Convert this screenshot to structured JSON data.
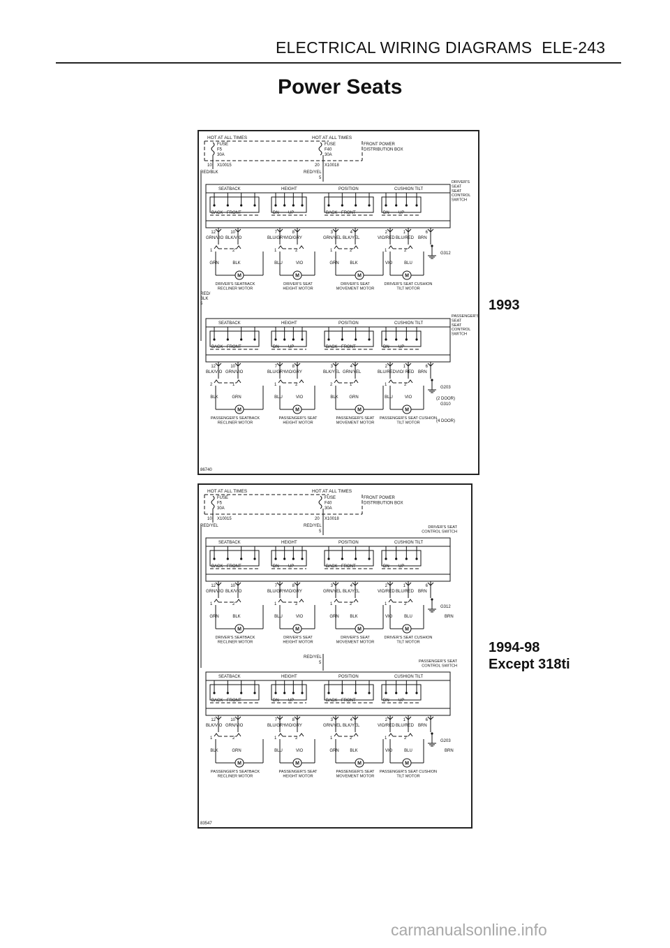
{
  "header": {
    "section": "ELECTRICAL WIRING DIAGRAMS",
    "page": "ELE-243"
  },
  "title": "Power Seats",
  "year_labels": {
    "d1": "1993",
    "d2_line1": "1994-98",
    "d2_line2": "Except 318ti"
  },
  "watermark": "carmanualsonline.info",
  "diagram1": {
    "id": "86740",
    "hot_left": "HOT AT ALL TIMES",
    "hot_right": "HOT AT ALL TIMES",
    "fuse_left": [
      "FUSE",
      "F5",
      "30A"
    ],
    "fuse_right": [
      "FUSE",
      "F40",
      "30A"
    ],
    "fpdb": [
      "FRONT POWER",
      "DISTRIBUTION BOX"
    ],
    "conn_left": "X10015",
    "conn_left_pin": "10",
    "conn_right": "X10018",
    "conn_right_pin": "20",
    "wire_left": "RED/BLK",
    "wire_right": "RED/YEL",
    "wire_right_pin": "5",
    "driver": {
      "switch_label": [
        "DRIVER'S",
        "SEAT",
        "SEAT",
        "CONTROL",
        "SWITCH"
      ],
      "groups": [
        "SEATBACK",
        "HEIGHT",
        "POSITION",
        "CUSHION TILT"
      ],
      "dirs": [
        "BACK",
        "FRONT",
        "DN",
        "UP",
        "BACK",
        "FRONT",
        "DN",
        "UP"
      ],
      "pins": [
        "12",
        "10",
        "7",
        "8",
        "3",
        "4",
        "2",
        "1",
        "6"
      ],
      "wires": [
        "GRN/VIO",
        "BLK/VIO",
        "BLU/GRY",
        "VIO/GRY",
        "GRN/YEL",
        "BLK/YEL",
        "VIO/RED",
        "BLU/RED",
        "BRN"
      ],
      "mpins": [
        "1",
        "2",
        "1",
        "2",
        "1",
        "2",
        "1",
        "2"
      ],
      "mwires": [
        "GRN",
        "BLK",
        "BLU",
        "VIO",
        "GRN",
        "BLK",
        "VIO",
        "BLU"
      ],
      "ground": "G312",
      "motors": [
        "DRIVER'S SEATBACK RECLINER MOTOR",
        "DRIVER'S SEAT HEIGHT MOTOR",
        "DRIVER'S SEAT MOVEMENT MOTOR",
        "DRIVER'S SEAT CUSHION TILT MOTOR"
      ]
    },
    "feed2": [
      "RED/",
      "BLK",
      "5"
    ],
    "passenger": {
      "switch_label": [
        "PASSENGER'S",
        "SEAT",
        "SEAT",
        "CONTROL",
        "SWITCH"
      ],
      "groups": [
        "SEATBACK",
        "HEIGHT",
        "POSITION",
        "CUSHION TILT"
      ],
      "dirs": [
        "BACK",
        "FRONT",
        "DN",
        "UP",
        "BACK",
        "FRONT",
        "DN",
        "UP"
      ],
      "pins": [
        "12",
        "10",
        "7",
        "8",
        "3",
        "4",
        "2",
        "1",
        "6"
      ],
      "wires": [
        "BLK/VIO",
        "GRN/VIO",
        "BLU/GRY",
        "VIO/GRY",
        "BLK/YEL",
        "GRN/YEL",
        "BLU/RED",
        "VIO/ RED",
        "BRN"
      ],
      "mpins": [
        "2",
        "1",
        "1",
        "2",
        "2",
        "1",
        "1",
        "2"
      ],
      "mwires": [
        "BLK",
        "GRN",
        "BLU",
        "VIO",
        "BLK",
        "GRN",
        "BLU",
        "VIO"
      ],
      "grounds": [
        "G203",
        "(2 DOOR)",
        "G310",
        "(4 DOOR)"
      ],
      "motors": [
        "PASSENGER'S SEATBACK RECLINER MOTOR",
        "PASSENGER'S SEAT HEIGHT MOTOR",
        "PASSENGER'S SEAT MOVEMENT MOTOR",
        "PASSENGER'S SEAT CUSHION TILT MOTOR"
      ]
    }
  },
  "diagram2": {
    "id": "83547",
    "hot_left": "HOT AT ALL TIMES",
    "hot_right": "HOT AT ALL TIMES",
    "fuse_left": [
      "FUSE",
      "F5",
      "30A"
    ],
    "fuse_right": [
      "FUSE",
      "F40",
      "30A"
    ],
    "fpdb": [
      "FRONT POWER",
      "DISTRIBUTION BOX"
    ],
    "conn_left": "X10015",
    "conn_left_pin": "10",
    "conn_right": "X10018",
    "conn_right_pin": "20",
    "wire_left": "RED/YEL",
    "wire_right": "RED/YEL",
    "wire_right_pin": "5",
    "driver": {
      "switch_label": [
        "DRIVER'S SEAT",
        "CONTROL SWITCH"
      ],
      "groups": [
        "SEATBACK",
        "HEIGHT",
        "POSITION",
        "CUSHION TILT"
      ],
      "dirs": [
        "BACK",
        "FRONT",
        "DN",
        "UP",
        "BACK",
        "FRONT",
        "DN",
        "UP"
      ],
      "pins": [
        "12",
        "10",
        "7",
        "8",
        "3",
        "4",
        "2",
        "1",
        "6"
      ],
      "wires": [
        "GRN/VIO",
        "BLK/VIO",
        "BLU/GRY",
        "VIO/GRY",
        "GRN/YEL",
        "BLK/YEL",
        "VIO/RED",
        "BLU/RED",
        "BRN"
      ],
      "mpins": [
        "1",
        "2",
        "1",
        "2",
        "1",
        "2",
        "1",
        "2"
      ],
      "mwires": [
        "GRN",
        "BLK",
        "BLU",
        "VIO",
        "GRN",
        "BLK",
        "VIO",
        "BLU"
      ],
      "mwire_extra": "BRN",
      "ground": "G312",
      "motors": [
        "DRIVER'S SEATBACK RECLINER MOTOR",
        "DRIVER'S SEAT HEIGHT MOTOR",
        "DRIVER'S SEAT MOVEMENT MOTOR",
        "DRIVER'S SEAT CUSHION TILT MOTOR"
      ]
    },
    "feed2": [
      "RED/YEL",
      "5"
    ],
    "passenger": {
      "switch_label": [
        "PASSENGER'S SEAT",
        "CONTROL SWITCH"
      ],
      "groups": [
        "SEATBACK",
        "HEIGHT",
        "POSITION",
        "CUSHION TILT"
      ],
      "dirs": [
        "BACK",
        "FRONT",
        "DN",
        "UP",
        "BACK",
        "FRONT",
        "DN",
        "UP"
      ],
      "pins": [
        "12",
        "10",
        "7",
        "8",
        "3",
        "4",
        "2",
        "1",
        "6"
      ],
      "wires": [
        "BLK/VIO",
        "GRN/VIO",
        "BLU/GRY",
        "VIO/GRY",
        "GRN/YEL",
        "BLK/YEL",
        "VIO/RED",
        "BLU/RED",
        "BRN"
      ],
      "mpins": [
        "1",
        "2",
        "1",
        "2",
        "1",
        "2",
        "1",
        "2"
      ],
      "mwires": [
        "BLK",
        "GRN",
        "BLU",
        "VIO",
        "GRN",
        "BLK",
        "VIO",
        "BLU"
      ],
      "mwire_extra": "BRN",
      "ground": "G203",
      "motors": [
        "PASSENGER'S SEATBACK RECLINER MOTOR",
        "PASSENGER'S SEAT HEIGHT MOTOR",
        "PASSENGER'S SEAT MOVEMENT MOTOR",
        "PASSENGER'S SEAT CUSHION TILT MOTOR"
      ]
    }
  }
}
